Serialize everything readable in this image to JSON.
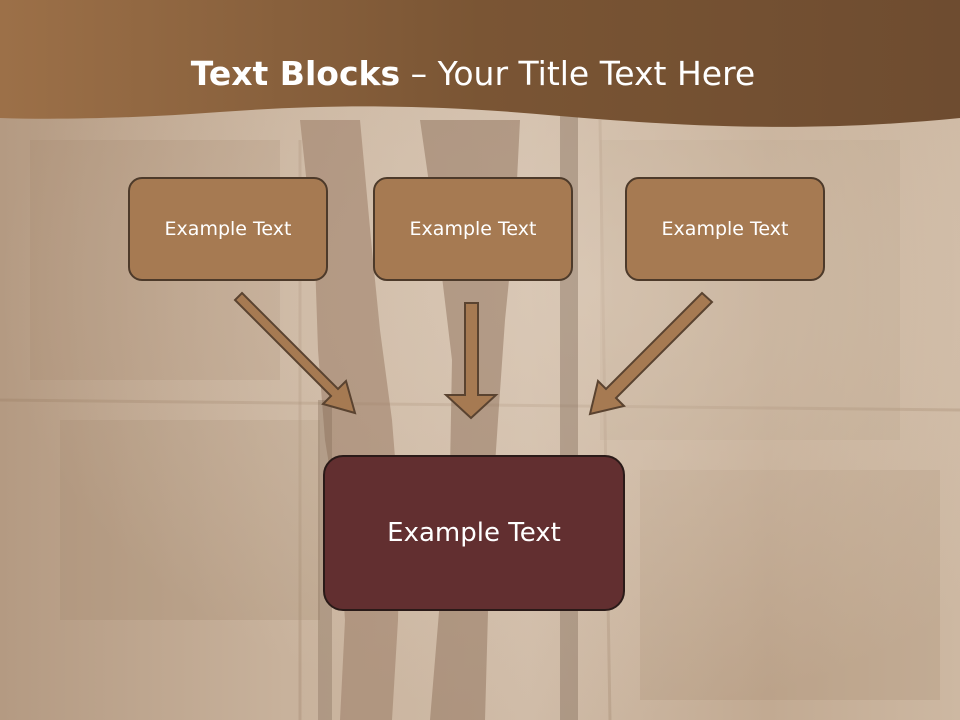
{
  "slide": {
    "title_bold": "Text Blocks",
    "title_dash": " – ",
    "title_rest": "Your Title Text Here",
    "boxes": [
      {
        "label": "Example Text"
      },
      {
        "label": "Example Text"
      },
      {
        "label": "Example Text"
      }
    ],
    "main_box": {
      "label": "Example Text"
    }
  },
  "colors": {
    "header": "#7a5534",
    "box_fill": "#a67a52",
    "box_border": "#4d3a2a",
    "main_fill": "#622f30",
    "arrow_fill": "#a67a52"
  },
  "icons": {
    "arrows": [
      "diagonal-down-right-arrow-icon",
      "down-arrow-icon",
      "diagonal-down-left-arrow-icon"
    ]
  }
}
